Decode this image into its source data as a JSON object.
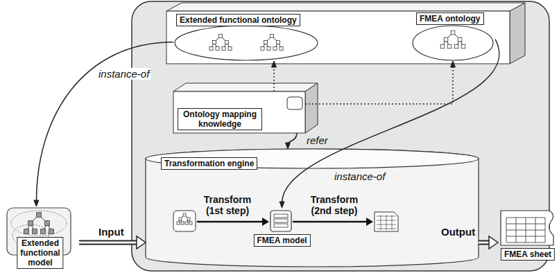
{
  "diagram": {
    "nodes": [
      {
        "text": [
          "Extended functional ontology"
        ]
      },
      {
        "text": [
          "FMEA ontology"
        ]
      },
      {
        "text": [
          "Ontology mapping knowledge"
        ]
      },
      {
        "text": [
          "Transformation engine"
        ]
      },
      {
        "text": [
          "FMEA model"
        ],
        "in": 3
      },
      {
        "text": [
          "Extended functional model"
        ]
      },
      {
        "text": [
          "FMEA sheet"
        ]
      }
    ],
    "edges": [
      {
        "from": 0,
        "to": 5,
        "arrow": "to",
        "label": "instance-of"
      },
      {
        "from": 1,
        "to": 4,
        "arrow": "to",
        "label": "instance-of"
      },
      {
        "from": 2,
        "to": 0,
        "arrow": "to"
      },
      {
        "from": 2,
        "to": 1,
        "arrow": "to"
      },
      {
        "from": 2,
        "to": 3,
        "arrow": "to",
        "label": "refer"
      },
      {
        "from": 5,
        "to": 3,
        "arrow": "to",
        "label": "Input"
      },
      {
        "from": 3,
        "to": 6,
        "arrow": "to",
        "label": "Output"
      }
    ],
    "labels": [
      "Transform (1st step)",
      "Transform (2nd step)"
    ]
  }
}
